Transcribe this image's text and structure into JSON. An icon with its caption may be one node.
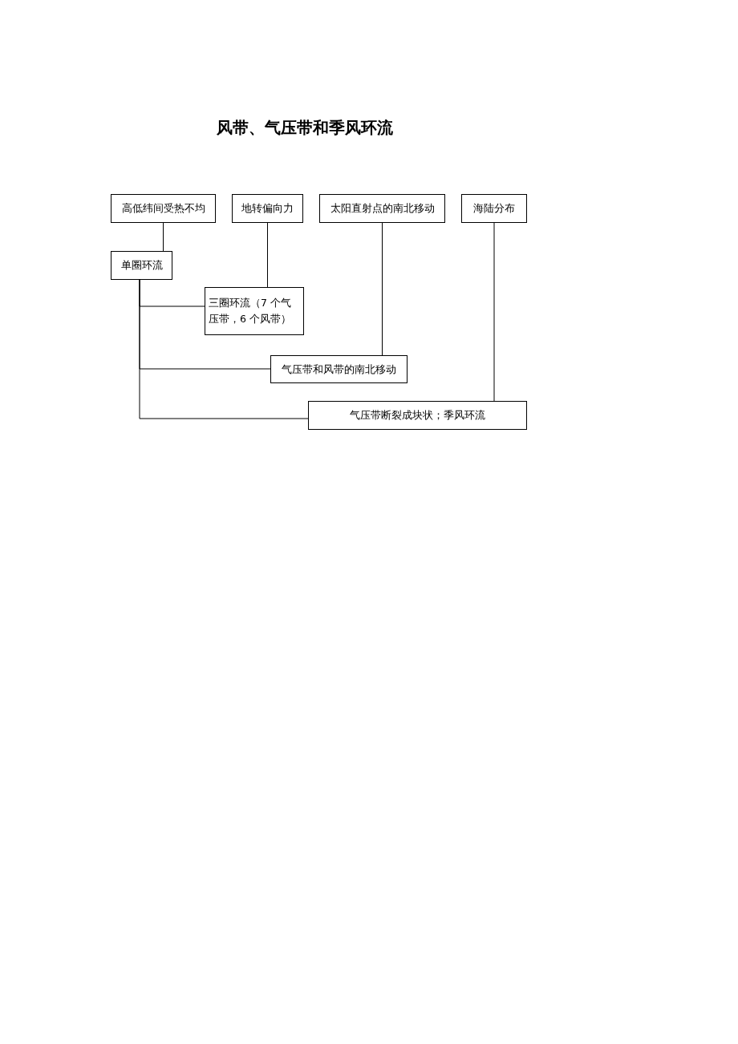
{
  "diagram": {
    "title": "风带、气压带和季风环流",
    "nodes": [
      {
        "text": [
          "高低纬间受热不均"
        ]
      },
      {
        "text": [
          "地转偏向力"
        ]
      },
      {
        "text": [
          "太阳直射点的南北移动"
        ]
      },
      {
        "text": [
          "海陆分布"
        ]
      },
      {
        "text": [
          "单圈环流"
        ]
      },
      {
        "text": [
          "三圈环流（7 个气压带，6 个风带）"
        ]
      },
      {
        "text": [
          "气压带和风带的南北移动"
        ]
      },
      {
        "text": [
          "气压带断裂成块状；季风环流"
        ]
      }
    ],
    "edges": [
      {
        "from": 0,
        "to": 4,
        "arrow": "none"
      },
      {
        "from": 4,
        "to": 5,
        "arrow": "none"
      },
      {
        "from": 4,
        "to": 6,
        "arrow": "none"
      },
      {
        "from": 4,
        "to": 7,
        "arrow": "none"
      },
      {
        "from": 1,
        "to": 5,
        "arrow": "none"
      },
      {
        "from": 2,
        "to": 6,
        "arrow": "none"
      },
      {
        "from": 3,
        "to": 7,
        "arrow": "none"
      }
    ]
  }
}
